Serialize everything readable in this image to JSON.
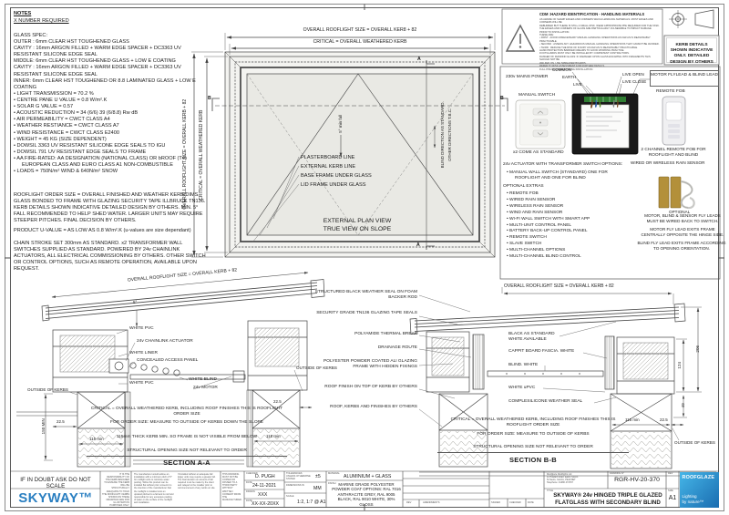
{
  "colors": {
    "skyway": "#2a7fc1",
    "roofglaze_light": "#45b6e8",
    "roofglaze_dark": "#1a6cb0",
    "sensor_gold": "#b3903a"
  },
  "notes": {
    "title": "NOTES",
    "subtitle": "X NUMBER REQUIRED",
    "glass_spec": [
      "GLASS SPEC:",
      "OUTER : 6mm CLEAR HST TOUGHENED GLASS",
      "CAVITY : 16mm ARGON FILLED + WARM EDGE SPACER + DC3363 UV RESISTANT SILICONE EDGE SEAL",
      "MIDDLE: 6mm CLEAR HST TOUGHENED  GLASS + LOW E COATING",
      "CAVITY : 16mm ARGON FILLED + WARM EDGE SPACER + DC3363 UV RESISTANT SILICONE EDGE SEAL",
      "INNER: 6mm CLEAR HST TOUGHENED OR 8.8 LAMINATED GLASS + LOW E COATING"
    ],
    "bullets": [
      "LIGHT TRANSMISSION = 70.2 %",
      "CENTRE PANE U VALUE = 0.8 W/m².K",
      "SOLAR G VALUE = 0.57",
      "ACOUSTIC REDUCTION = 34 (6/6) 39 (6/8.8) Rw dB",
      "AIR PERMEABILITY = CWCT CLASS A4",
      "WEATHER RESTIANCE = CWCT CLASS A7",
      "WIND RESISTANCE = CWCT CLASS E2400",
      "WEIGHT = 45 KG (SIZE DEPENDENT)",
      "DOWSIL 3363 UV RESISTANT SILICONE EDGE SEALS TO IGU",
      "DOWSIL 791 UV RESISTANT EDGE SEALS TO FRAME",
      "AA FIRE-RATED: AA DESIGNATION (NATIONAL CLASS) OR bROOF (T4) EUROPEAN CLASS AND EURO CLASS A1 NON-COMBUSTIBLE",
      "LOADS = 750N/m² WIND & 640N/m² SNOW"
    ],
    "para1": "ROOFLIGHT ORDER SIZE = OVERALL FINISHED AND WEATHER KERB DIMS. GLASS BONDED TO FRAME WITH GLAZING SECURITY TAPE ILLBRUCK TN136. KERB DETAILS SHOWN INDICATIVE DETAILED DESIGN BY OTHERS. MIN. 5° FALL RECOMMENDED TO HELP SHED WATER. LARGER UNITS MAY REQUIRE STEEPER PITCHES. FINAL DECISION BY OTHERS.",
    "para2": "PRODUCT U-VALUE = AS LOW AS 0.8 W/m².K (u-values are size dependant)",
    "para3": "CHAIN STROKE SET 300mm AS STANDARD. x2 TRANSFORMER WALL SWITCHES SUPPLIED AS STANDARD. POWERED BY 24v CHAINLINK ACTUATORS, ALL ELECTRICAL COMMISSIONING BY OTHERS. OTHER SWITCH OR CONTROL OPTIONS, SUCH AS REMOTE OPERATION, AVAILABLE UPON REQUEST."
  },
  "plan": {
    "dim_top_outer": "OVERALL ROOFLIGHT SIZE = OVERALL KER8 + 82",
    "dim_top_inner": "CRITICAL =  OVERALL WEATHERED KERB",
    "dim_left_outer": "OVERALL ROOFLIGHT SIZE = OVERALL KERB + 82",
    "dim_left_inner": "CRITICAL = OVERALL WEATHERED KERB",
    "marker_a": "A",
    "marker_b": "B",
    "fall": "5° min fall",
    "blind_dir_1": "BLIND DIRECTION AS STANDARD.",
    "blind_dir_2": "OTHER DIRECTIONS T.B.C.",
    "leaders": [
      "PLASTERBOARD LINE",
      "EXTERNAL KERB LINE",
      "BASE FRAME UNDER GLASS",
      "LID FRAME UNDER GLASS"
    ],
    "caption_1": "EXTERNAL PLAN VIEW",
    "caption_2": "TRUE VIEW ON SLOPE"
  },
  "hazard": {
    "title": "CDM :HAZARD IDENTIFICATION - HANDLING MATERIALS",
    "lines": [
      "AS AWARE OF SHARP EDGES AND CORNERS WHICH HANDLING MATERIALS. MOST EDGES AND CORNERS WILL BE",
      "DEBURRED BUT THERE IS STILL A SMALL RISK. WEAR APPROPRIATE PPE REQUIRED FOR THE TASK.",
      "THE EDGES AND CORNERS OF GLASS ARE PARTICULARLY VULNERABLE TO IMPACT DAMAGE PRIOR TO INSTALLATION.",
      "THESE ARE:",
      "•  FIRST : AVOID UNNECESSARY MANUAL HANDLING OPERATIONS AS FAR AS IS REASONABLY PRACTICABLE.",
      "•  SECOND : ASSESS ANY HAZARDOUS MANUAL HANDLING OPERATIONS THAT CANNOT BE AVOIDED.",
      "•  THIRD : REDUCE THE RISK OF INJURY AS FAR AS IS REASONABLY PRACTICABLE.",
      "HAND PROTECTION BARRIER CREAMS TO GOOD WORKING PRACTICE.",
      "FOOTGUARDS MUST ONLY BE INSTALLED BY COMPETENT CONTRACTORS.",
      "DANGER OF DIAMOND GLASS: IF DAMAGED UPON GLASS ESCAPING INTO FRAGMENTS THIS SHOULD NOT BE",
      "WALKED ON. USE SPREADER BOARDS.",
      "REFER TO RISK ASSESSMENT FOR FURTHER DETAILS.",
      "FULL PPE REQUIRED DURING INSTALLATION."
    ]
  },
  "kerb_note": "KERB DETAILS SHOWN INDICATIVE ONLY. DETAILED DESIGN BY OTHERS",
  "electrical": {
    "mains": "230v MAINS POWER",
    "wire_common": "COMMON",
    "wire_earth": "EARTH",
    "wire_live": "LIVE",
    "live_open": "LIVE OPEN",
    "live_close": "LIVE CLOSE",
    "flylead_box": "MOTOR FLYLEAD & BLIND LEAD",
    "manual_switch": "MANUAL SWITCH",
    "x2": "x2 COME AS STANDARD",
    "remote_fob": "REMOTE FOB",
    "fob_caption": "2 CHANNEL REMOTE FOB FOR ROOFLIGHT AND BLIND",
    "rain_sensor": "WIRED OR WIRELESS RAIN SENSOR",
    "optional": "OPTIONAL",
    "options_title": "24v ACTUATOR WITH TRANSFORMER SWITCH OPTIONS:",
    "option_standard": "MANUAL WALL SWITCH (STANDARD) ONE FOR ROOFLIGHT AND ONE FOR BLIND",
    "extras_title": "OPTIONAL EXTRAS",
    "extras": [
      "REMOTE FOB",
      "WIRED RAIN SENSOR",
      "WIRELESS RAIN SENSOR",
      "WIND AND RAIN SENSOR",
      "WI-FI WALL SWITCH WITH SMART APP",
      "MULTI-UNIT CONTROL PANEL",
      "BATTERY BACK-UP CONTROL PANEL",
      "REMOTE SWITCH",
      "SLAVE SWITCH",
      "MULTI-CHANNEL OPTIONS",
      "MULTI-CHANNEL BLIND CONTROL"
    ],
    "note_1": "MOTOR, BLIND & SENSOR FLY LEADS MUST BE WIRED BACK TO SWITCH.",
    "note_2": "MOTOR FLY LEAD EXITS FRAME CENTRALLY OPPOSITE THE HINGE SIDE.",
    "note_3": "BLIND FLY LEAD EXITS FRAME ACCORDING TO OPENING ORIENTATION."
  },
  "section_a": {
    "dim_slope": "OVERALL ROOFLIGHT SIZE = OVERALL KERB + 82",
    "angle": "5°",
    "lbl_white_pvc_top": "WHITE PVC",
    "lbl_actuator": "24v CHAINLINK ACTUATOR",
    "lbl_white_liner": "WHITE LINER",
    "lbl_access": "CONCEALED ACCESS PANEL",
    "lbl_white_pvc_bot": "WHITE PVC",
    "lbl_blind": "WHITE BLIND",
    "lbl_motor": "24v MOTOR",
    "lbl_outside_l": "OUTSIDE OF KERBS",
    "lbl_outside_r": "OUTSIDE OF KERBS",
    "dim_150": "150 MIN",
    "dim_22": "22.5",
    "dim_115": "115 min",
    "dim_115_r": "115 min",
    "dim_22_r": "22.5",
    "note_1": "CRITICAL = OVERALL WEATHERED KERB, INCLUDING ROOF FINISHES THIS IS ROOFLIGHT ORDER SIZE",
    "note_2": "FOR ORDER SIZE: MEASURE TO OUTSIDE OF KERBS DOWN THE SLOPE",
    "note_3": "115mm THICK KERB MIN. SO FRAME IS NOT VISIBLE FROM BELOW",
    "note_4": "STRUCTURAL OPENING SIZE NOT RELEVANT TO ORDER",
    "caption": "SECTION A-A"
  },
  "section_b": {
    "dim_top": "OVERALL ROOFLIGHT SIZE = OVERALL KERB + 82",
    "left_labels": [
      "STRUCTURED BLACK WEATHER SEAL ON FOAM BACKER ROD",
      "SECURITY GRADE  TN136 GLAZING TAPE SEALS",
      "POLYAMIDE THERMAL BREAK",
      "DRAINAGE ROUTE",
      "POLYESTER POWDER COATED ALI GLAZING FRAME WITH HIDDEN FIXINGS",
      "ROOF FINISH ON TOP OF KERB BY OTHERS",
      "ROOF, KERBS AND FINISHES BY OTHERS"
    ],
    "right_labels": [
      "BLACK AS STANDARD WHITE AVAILABLE",
      "CAPPIT BOARD FASCIA. WHITE",
      "BLIND. WHITE",
      "WHITE uPVC",
      "COMPLESILICONE WEATHER SEAL"
    ],
    "dim_124": "124",
    "dim_206": "206",
    "dim_49": "49",
    "dim_115": "115 min",
    "dim_22": "22.5",
    "lbl_outside": "OUTSIDE OF KERBS",
    "note_1": "CRITICAL = OVERALL WEATHERED KERB, INCLUDING ROOF FINISHES THIS IS ROOFLIGHT ORDER SIZE",
    "note_2": "FOR ORDER SIZE: MEASURE TO OUTSIDE OF KERBS",
    "note_3": "STRUCTURAL OPENING SIZE NOT RELEVANT TO ORDER",
    "caption": "SECTION B-B"
  },
  "titleblock": {
    "no_scale": "IF IN DOUBT ASK DO NOT SCALE",
    "skyway": "SKYWAY™",
    "kerb_resp": "IT IS THE RESPONSIBILITY OF THE KERB DESIGNER TO ENSURE THE KERB WILL BE STRUCTURALLY ADEQUATE TO HOLD THE ROOFLIGHT. KERBS SHOWN ON THESE DRAWINGS ARE FOR ILLUSTRATION PURPOSES ONLY.",
    "disclaimer_1": "The manufacturer would advise an installation with a minimum pitch of 5° for rooflight units to minimise water pooling. While this product can be installed flat without prior consent it is the intention of the manufacturer that the rooflight is installed onto an upstand pitched to a fall and is not held responsible for any excessive pooling of water on the surface of the rooflight and installation.",
    "disclaimer_2": "If installed without an adequate fall larger units may require a greater fall. The final decision on amount of fall required must be made by the client and relayed to the installer prior to commencement of any works on site.",
    "disclaimer_3": "THIS DRAWING MUST NOT BE COPIED OR PASSED TO A THIRD PARTY WITHOUT WRITTEN CONSENT FROM THE MANUFACTURER.",
    "checked_label": "CHECKED",
    "checked": "D. PUGH",
    "date_label": "DATE",
    "checked_date": "24-11-2021",
    "drawn_label": "DRAWN",
    "drawn": "XXX",
    "drawn_date": "XX-XX-20XX",
    "tol_label": "TOLERANCES UNLESS OTHERWISE STATED",
    "tol": "±5",
    "dims_label": "DIMENSIONS IN",
    "dims": "MM",
    "scale_label": "SCALE",
    "scale": "1:2, 1:7 @ A1",
    "material_label": "MATERIAL",
    "material": "ALUMINIUM + GLASS",
    "finish_label": "FINISH",
    "finish": "MARINE GRADE POLYESTER POWDER COAT OPTIONS: RAL 7016 ANTHRACITE GREY, RAL 9005 BLACK, RAL 9010 WHITE, 30% GLOSS",
    "rev_label": "REV",
    "amendments_label": "AMENDMENTS",
    "signed_label": "SIGNED",
    "checked2_label": "CHECKED",
    "date2_label": "DATE",
    "company": [
      "Roofglaze Rooflights Ltd",
      "11 Howard Road, Eaton Socon",
      "St Neots, Cambs, PE19 8ET",
      "Telephone: 01480 474797"
    ],
    "drawing_no_label": "DRAWING N°",
    "drawing_no": "RGR-HV-20-370",
    "rev2_label": "REV",
    "title_label": "TITLE",
    "title": "SKYWAY® 24v HINGED TRIPLE GLAZED FLATGLASS WITH SECONDARY BLIND",
    "size_label": "SIZE",
    "size": "A1",
    "brand": "ROOFGLAZE",
    "brand_tag_1": "Lighting",
    "brand_tag_2": "by nature™"
  }
}
